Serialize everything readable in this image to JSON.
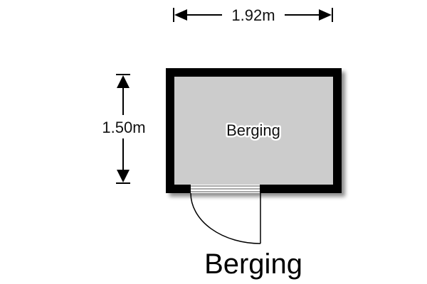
{
  "dimensions": {
    "width": "1.92m",
    "height": "1.50m"
  },
  "room": {
    "label": "Berging",
    "floor_color": "#cccccc",
    "wall_color": "#000000"
  },
  "title": "Berging"
}
